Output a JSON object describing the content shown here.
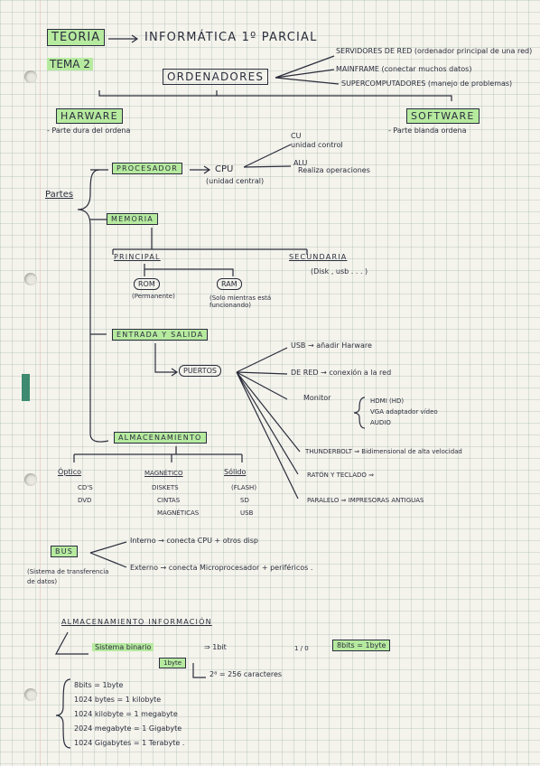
{
  "header": {
    "teoria": "TEORIA",
    "title": "INFORMÁTICA 1º PARCIAL",
    "tema": "TEMA 2"
  },
  "ordenadores": {
    "label": "ORDENADORES",
    "types": [
      "SERVIDORES DE RED (ordenador principal de una red)",
      "MAINFRAME (conectar muchos datos)",
      "SUPERCOMPUTADORES (manejo de problemas)"
    ]
  },
  "hardware": {
    "label": "HARWARE",
    "desc": "- Parte dura del ordena"
  },
  "software": {
    "label": "SOFTWARE",
    "desc": "- Parte blanda ordena"
  },
  "partes": "Partes",
  "procesador": {
    "label": "PROCESADOR",
    "cpu": "CPU",
    "cpu_desc": "(unidad central)",
    "cu": "CU",
    "cu_desc": "unidad control",
    "alu": "ALU",
    "alu_desc": "Realiza operaciones"
  },
  "memoria": {
    "label": "MEMORIA",
    "principal": "PRINCIPAL",
    "secundaria": "SECUNDARIA",
    "secundaria_desc": "(Disk , usb . . . )",
    "rom": "ROM",
    "rom_desc": "(Permanente)",
    "ram": "RAM",
    "ram_desc": "(Solo mientras está funcionando)"
  },
  "entrada": {
    "label": "ENTRADA Y SALIDA",
    "puertos": "PUERTOS",
    "items": [
      "USB → añadir Harware",
      "DE RED → conexión a la red",
      "Monitor",
      "THUNDERBOLT ⇒ Bidimensional de alta velocidad",
      "RATÓN Y TECLADO ⇒",
      "PARALELO ⇒ IMPRESORAS ANTIGUAS"
    ],
    "monitor_sub": [
      "HDMI (HD)",
      "VGA adaptador vídeo",
      "AUDIO"
    ]
  },
  "almacenamiento": {
    "label": "ALMACENAMIENTO",
    "optico": "Óptico",
    "optico_items": [
      "CD'S",
      "DVD"
    ],
    "magnetico": "MAGNÉTICO",
    "magnetico_items": [
      "DISKETS",
      "CINTAS",
      "MAGNÉTICAS"
    ],
    "solido": "Sólido",
    "solido_items": [
      "(FLASH)",
      "SD",
      "USB"
    ]
  },
  "bus": {
    "label": "BUS",
    "desc": "(Sistema de transferencia de datos)",
    "interno": "Interno → conecta CPU + otros disp",
    "externo": "Externo → conecta Microprocesador + periféricos ."
  },
  "info": {
    "title": "ALMACENAMIENTO INFORMACIÓN",
    "binario": "Sistema binario",
    "bit": "⇒ 1bit",
    "bit_values": "1 / 0",
    "byte_eq": "8bits = 1byte",
    "byte": "1byte",
    "chars": "2⁸ = 256 caracteres",
    "list": [
      "8bits = 1byte",
      "1024 bytes = 1 kilobyte",
      "1024 kilobyte = 1 megabyte",
      "2024 megabyte = 1 Gigabyte",
      "1024 Gigabytes = 1 Terabyte ."
    ]
  }
}
